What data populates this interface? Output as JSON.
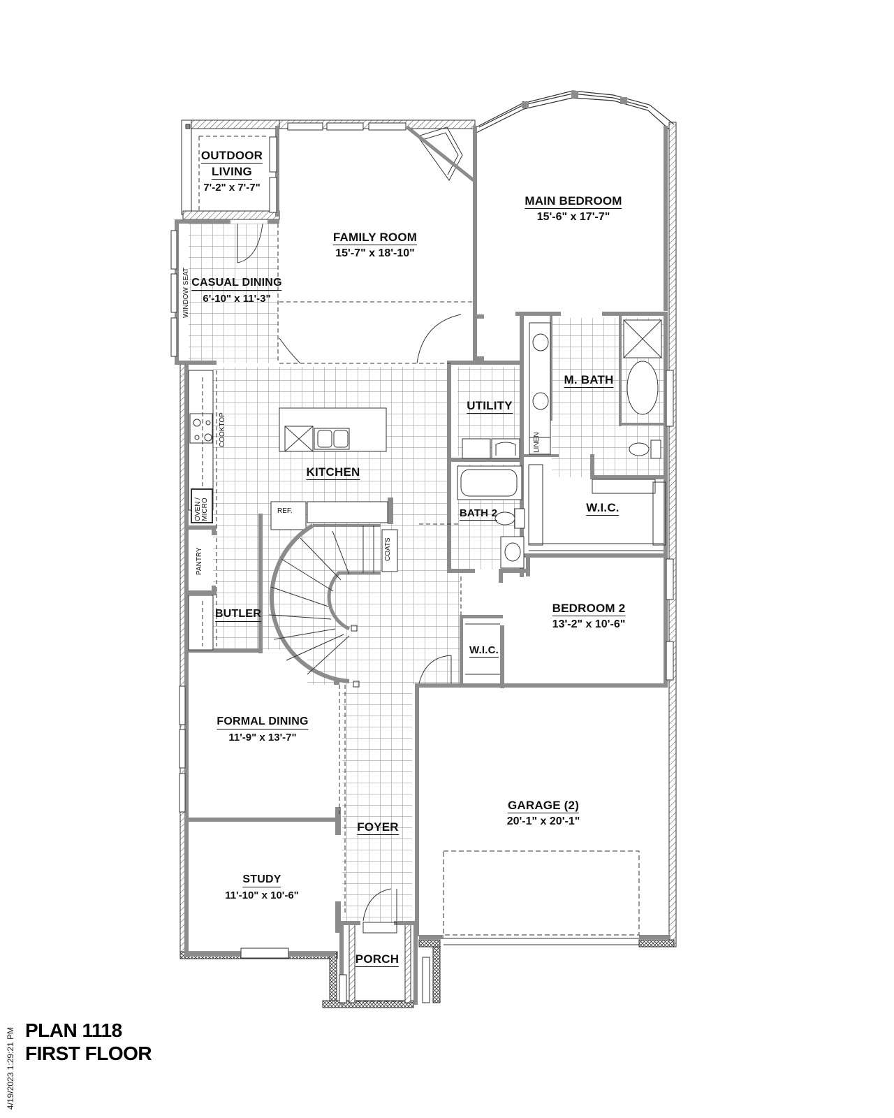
{
  "plan": {
    "title_line1": "PLAN 1118",
    "title_line2": "FIRST FLOOR",
    "timestamp": "4/19/2023 1:29:21 PM"
  },
  "rooms": {
    "outdoor_living": {
      "name_line1": "OUTDOOR",
      "name_line2": "LIVING",
      "dims": "7'-2\" x 7'-7\""
    },
    "family_room": {
      "name": "FAMILY ROOM",
      "dims": "15'-7\" x 18'-10\""
    },
    "main_bedroom": {
      "name": "MAIN BEDROOM",
      "dims": "15'-6\" x 17'-7\""
    },
    "casual_dining": {
      "name": "CASUAL DINING",
      "dims": "6'-10\" x 11'-3\""
    },
    "kitchen": {
      "name": "KITCHEN"
    },
    "utility": {
      "name": "UTILITY"
    },
    "master_bath": {
      "name": "M. BATH"
    },
    "main_wic": {
      "name": "W.I.C."
    },
    "bath_2": {
      "name": "BATH 2"
    },
    "butler": {
      "name": "BUTLER"
    },
    "bedroom_2": {
      "name": "BEDROOM 2",
      "dims": "13'-2\" x 10'-6\""
    },
    "bedroom_2_wic": {
      "name": "W.I.C."
    },
    "formal_dining": {
      "name": "FORMAL DINING",
      "dims": "11'-9\" x 13'-7\""
    },
    "garage": {
      "name": "GARAGE (2)",
      "dims": "20'-1\" x 20'-1\""
    },
    "foyer": {
      "name": "FOYER"
    },
    "study": {
      "name": "STUDY",
      "dims": "11'-10\" x 10'-6\""
    },
    "porch": {
      "name": "PORCH"
    }
  },
  "fixtures": {
    "window_seat": "WINDOW SEAT",
    "cooktop": "COOKTOP",
    "oven_line1": "OVEN /",
    "oven_line2": "MICRO",
    "pantry": "PANTRY",
    "ref": "REF.",
    "coats": "COATS",
    "linen": "LINEN"
  },
  "colors": {
    "wall": "#8c8c8c",
    "line": "#222222",
    "tile": "#9a9a9a",
    "text": "#111111"
  }
}
